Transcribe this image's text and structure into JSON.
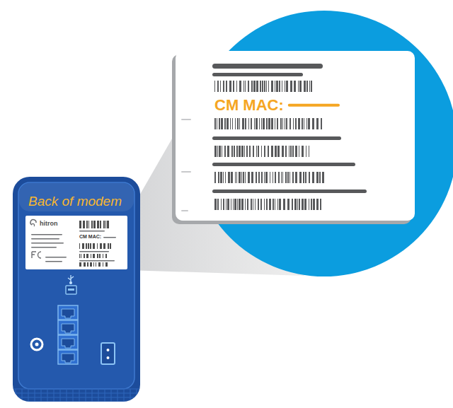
{
  "diagram": {
    "nodes": [
      {
        "text": [
          "CM MAC:"
        ]
      },
      {
        "text": [
          "Back of modem"
        ]
      },
      {
        "text": [
          "hitron",
          "CM MAC:"
        ],
        "in": 1
      }
    ]
  }
}
